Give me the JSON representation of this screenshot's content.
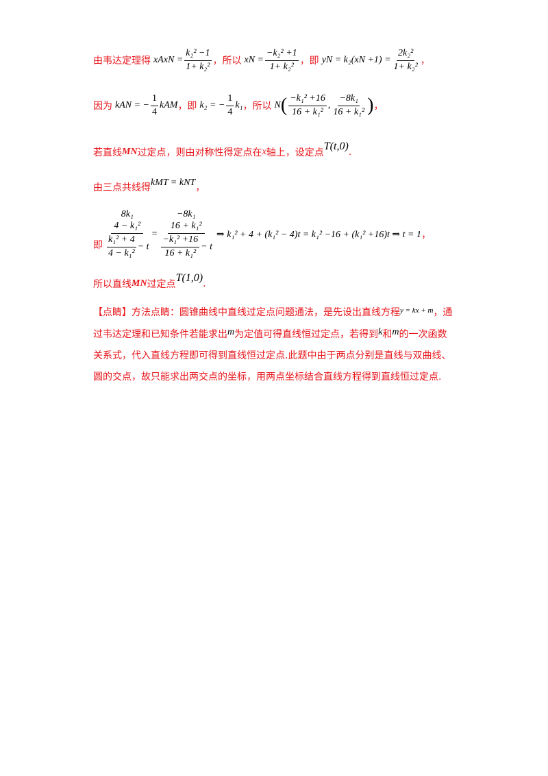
{
  "line1": {
    "prefix": "由韦达定理得",
    "eq1_lhs": "xAxN =",
    "eq1_num": "k₂² −1",
    "eq1_den": "1+ k₂²",
    "sep1": "，所以",
    "eq2_lhs": "xN =",
    "eq2_num": "−k₂² +1",
    "eq2_den": "1+ k₂²",
    "sep2": "，即",
    "eq3_lhs": "yN = k₂(xN +1) =",
    "eq3_num": "2k₂²",
    "eq3_den": "1+ k₂²",
    "end": "，"
  },
  "line2": {
    "prefix": "因为",
    "eq1": "kAN = −",
    "eq1_num": "1",
    "eq1_den": "4",
    "eq1_tail": "kAM",
    "sep1": "，即",
    "eq2": "k₂ = −",
    "eq2_num": "1",
    "eq2_den": "4",
    "eq2_tail": "k₁",
    "sep2": "，所以",
    "point": "N",
    "n_num1": "−k₁² +16",
    "n_den1": "16 + k₁²",
    "n_num2": "−8k₁",
    "n_den2": "16 + k₁²",
    "end": "，"
  },
  "line3": {
    "text_a": "若直线",
    "mn": "MN",
    "text_b": "过定点，则由对称性得定点在",
    "x": "x",
    "text_c": "轴上，设定点",
    "point": "T(t,0)",
    "end": "."
  },
  "line4": {
    "text": "由三点共线得",
    "eq": "kMT = kNT",
    "end": "，"
  },
  "line5": {
    "prefix": "即",
    "lhs_top_num": "8k₁",
    "lhs_top_den": "4 − k₁²",
    "lhs_bot_num": "k₁² + 4",
    "lhs_bot_den": "4 − k₁²",
    "minus_t": "− t",
    "rhs_top_num": "−8k₁",
    "rhs_top_den": "16 + k₁²",
    "rhs_bot_num": "−k₁² +16",
    "rhs_bot_den": "16 + k₁²",
    "chain": "⇒ k₁² + 4 + (k₁² − 4)t = k₁² −16 + (k₁² +16)t ⇒ t = 1",
    "end": "，"
  },
  "line6": {
    "text_a": "所以直线",
    "mn": "MN",
    "text_b": "过定点",
    "point": "T(1,0)",
    "end": "."
  },
  "note": {
    "tag": "【点睛】",
    "s1": "方法点睛：圆锥曲线中直线过定点问题通法，是先设出直线方程",
    "eq1": "y = kx + m",
    "s2": "，通过韦达定理和已知条件若能求出",
    "m1": "m",
    "s3": "为定值可得直线恒过定点，若得到",
    "k1": "k",
    "s4": "和",
    "m2": "m",
    "s5": "的一次函数关系式，代入直线方程即可得到直线恒过定点.此题中由于两点分别是直线与双曲线、圆的交点，故只能求出两交点的坐标，用两点坐标结合直线方程得到直线恒过定点."
  }
}
